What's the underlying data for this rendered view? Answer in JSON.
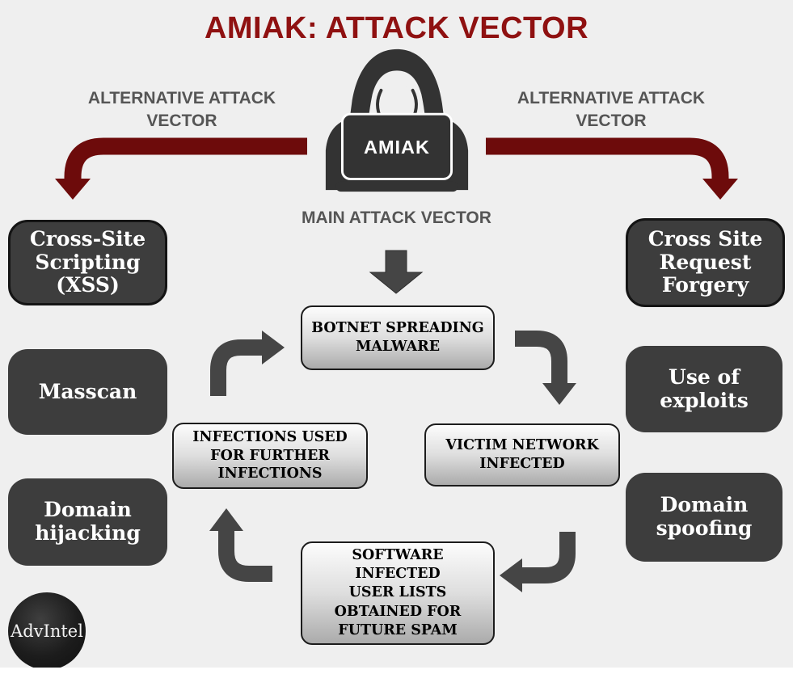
{
  "title": "AMIAK: ATTACK VECTOR",
  "colors": {
    "background": "#efefef",
    "title_red": "#8f1111",
    "arrow_red": "#6d0b0b",
    "dark_box": "#3d3d3d",
    "cycle_arrow_gray": "#454545",
    "annotation_gray": "#555555"
  },
  "hacker": {
    "label": "AMIAK"
  },
  "annotations": {
    "alt_left": "ALTERNATIVE ATTACK\nVECTOR",
    "alt_right": "ALTERNATIVE ATTACK\nVECTOR",
    "main": "MAIN ATTACK VECTOR"
  },
  "alternative_vectors_left": [
    "Cross-Site\nScripting\n(XSS)",
    "Masscan",
    "Domain\nhijacking"
  ],
  "alternative_vectors_right": [
    "Cross Site\nRequest\nForgery",
    "Use of\nexploits",
    "Domain\nspoofing"
  ],
  "main_cycle": [
    "BOTNET SPREADING\nMALWARE",
    "VICTIM NETWORK\nINFECTED",
    "SOFTWARE\nINFECTED\nUSER LISTS\nOBTAINED FOR\nFUTURE SPAM",
    "INFECTIONS USED\nFOR FURTHER\nINFECTIONS"
  ],
  "logo": {
    "text": "AdvIntel"
  }
}
